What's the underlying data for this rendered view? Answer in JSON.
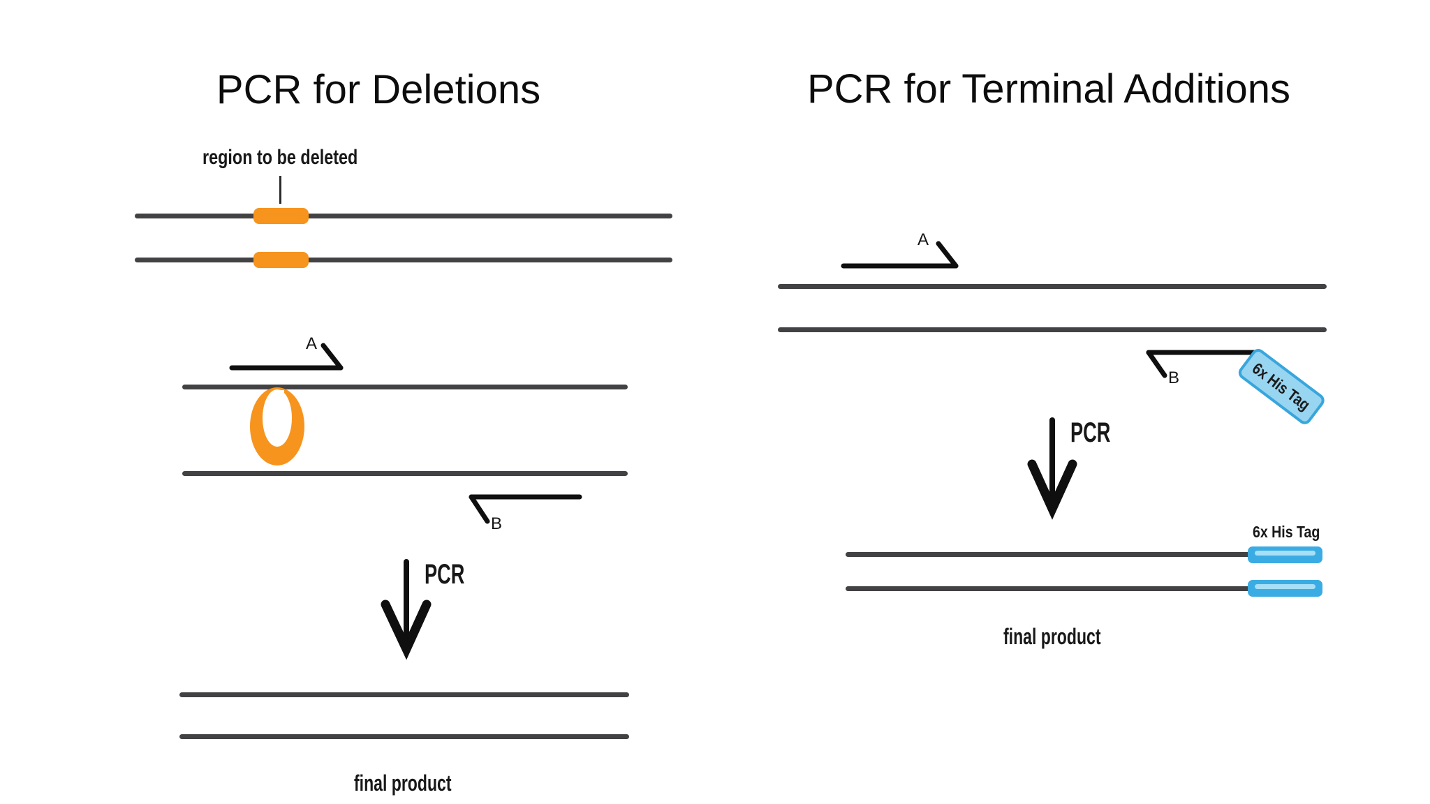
{
  "left": {
    "title": "PCR for Deletions",
    "region_label": "region to be deleted",
    "primer_a": "A",
    "primer_b": "B",
    "pcr": "PCR",
    "final_product": "final product"
  },
  "right": {
    "title": "PCR for Terminal Additions",
    "primer_a": "A",
    "primer_b": "B",
    "his_tag_box": "6x His Tag",
    "his_tag_label": "6x His Tag",
    "pcr": "PCR",
    "final_product": "final product"
  },
  "colors": {
    "strand_gray": "#424143",
    "primer_black": "#0f0f0f",
    "accent_orange": "#F7941E",
    "tag_blue": "#3BACE3",
    "tag_blue_light": "#A6DFF6",
    "his_box_fill": "#98D5F1",
    "his_box_border": "#38A6DC"
  }
}
